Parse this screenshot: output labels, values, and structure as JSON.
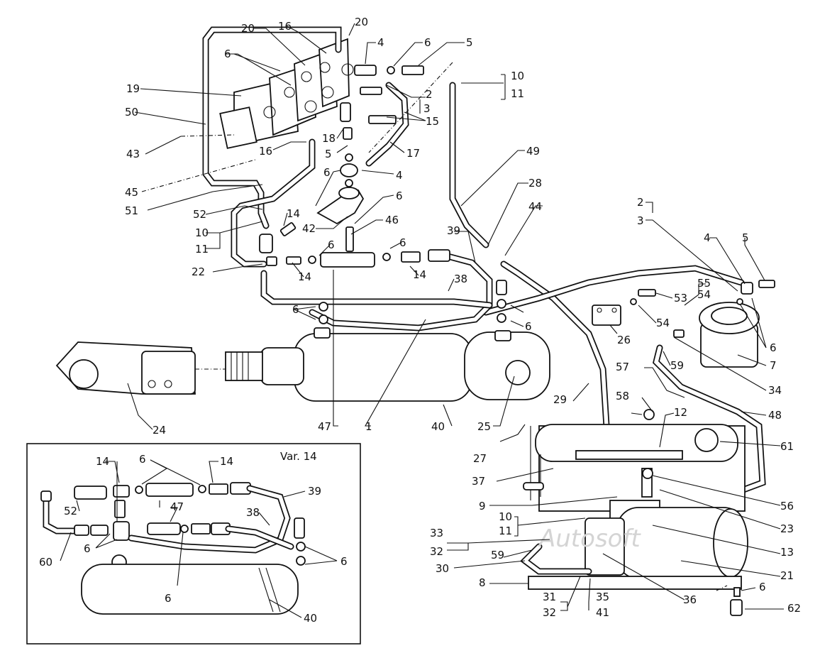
{
  "callouts": [
    {
      "id": "c-20a",
      "text": "20"
    },
    {
      "id": "c-20b",
      "text": "20"
    },
    {
      "id": "c-16a",
      "text": "16"
    },
    {
      "id": "c-4a",
      "text": "4"
    },
    {
      "id": "c-6a",
      "text": "6"
    },
    {
      "id": "c-5a",
      "text": "5"
    },
    {
      "id": "c-6b",
      "text": "6"
    },
    {
      "id": "c-19",
      "text": "19"
    },
    {
      "id": "c-50",
      "text": "50"
    },
    {
      "id": "c-2a",
      "text": "2"
    },
    {
      "id": "c-3a",
      "text": "3"
    },
    {
      "id": "c-10a",
      "text": "10"
    },
    {
      "id": "c-11a",
      "text": "11"
    },
    {
      "id": "c-15",
      "text": "15"
    },
    {
      "id": "c-18",
      "text": "18"
    },
    {
      "id": "c-16b",
      "text": "16"
    },
    {
      "id": "c-5b",
      "text": "5"
    },
    {
      "id": "c-17",
      "text": "17"
    },
    {
      "id": "c-43",
      "text": "43"
    },
    {
      "id": "c-6c",
      "text": "6"
    },
    {
      "id": "c-4b",
      "text": "4"
    },
    {
      "id": "c-49",
      "text": "49"
    },
    {
      "id": "c-45",
      "text": "45"
    },
    {
      "id": "c-51",
      "text": "51"
    },
    {
      "id": "c-28",
      "text": "28"
    },
    {
      "id": "c-44",
      "text": "44"
    },
    {
      "id": "c-6d",
      "text": "6"
    },
    {
      "id": "c-2b",
      "text": "2"
    },
    {
      "id": "c-3b",
      "text": "3"
    },
    {
      "id": "c-52a",
      "text": "52"
    },
    {
      "id": "c-14a",
      "text": "14"
    },
    {
      "id": "c-46",
      "text": "46"
    },
    {
      "id": "c-42",
      "text": "42"
    },
    {
      "id": "c-10b",
      "text": "10"
    },
    {
      "id": "c-11b",
      "text": "11"
    },
    {
      "id": "c-39a",
      "text": "39"
    },
    {
      "id": "c-6e",
      "text": "6"
    },
    {
      "id": "c-6f",
      "text": "6"
    },
    {
      "id": "c-4c",
      "text": "4"
    },
    {
      "id": "c-5c",
      "text": "5"
    },
    {
      "id": "c-22",
      "text": "22"
    },
    {
      "id": "c-14b",
      "text": "14"
    },
    {
      "id": "c-14c",
      "text": "14"
    },
    {
      "id": "c-38a",
      "text": "38"
    },
    {
      "id": "c-55",
      "text": "55"
    },
    {
      "id": "c-54a",
      "text": "54"
    },
    {
      "id": "c-53",
      "text": "53"
    },
    {
      "id": "c-6g",
      "text": "6"
    },
    {
      "id": "c-6h",
      "text": "6"
    },
    {
      "id": "c-54b",
      "text": "54"
    },
    {
      "id": "c-26",
      "text": "26"
    },
    {
      "id": "c-6i",
      "text": "6"
    },
    {
      "id": "c-7",
      "text": "7"
    },
    {
      "id": "c-57",
      "text": "57"
    },
    {
      "id": "c-59a",
      "text": "59"
    },
    {
      "id": "c-34",
      "text": "34"
    },
    {
      "id": "c-58",
      "text": "58"
    },
    {
      "id": "c-29",
      "text": "29"
    },
    {
      "id": "c-48",
      "text": "48"
    },
    {
      "id": "c-12",
      "text": "12"
    },
    {
      "id": "c-24",
      "text": "24"
    },
    {
      "id": "c-47a",
      "text": "47"
    },
    {
      "id": "c-1",
      "text": "1"
    },
    {
      "id": "c-40a",
      "text": "40"
    },
    {
      "id": "c-25",
      "text": "25"
    },
    {
      "id": "c-27",
      "text": "27"
    },
    {
      "id": "c-61",
      "text": "61"
    },
    {
      "id": "c-37",
      "text": "37"
    },
    {
      "id": "c-56",
      "text": "56"
    },
    {
      "id": "c-9",
      "text": "9"
    },
    {
      "id": "c-23",
      "text": "23"
    },
    {
      "id": "c-10c",
      "text": "10"
    },
    {
      "id": "c-11c",
      "text": "11"
    },
    {
      "id": "c-33",
      "text": "33"
    },
    {
      "id": "c-32a",
      "text": "32"
    },
    {
      "id": "c-13",
      "text": "13"
    },
    {
      "id": "c-59b",
      "text": "59"
    },
    {
      "id": "c-30",
      "text": "30"
    },
    {
      "id": "c-21",
      "text": "21"
    },
    {
      "id": "c-8",
      "text": "8"
    },
    {
      "id": "c-6j",
      "text": "6"
    },
    {
      "id": "c-31",
      "text": "31"
    },
    {
      "id": "c-35",
      "text": "35"
    },
    {
      "id": "c-36",
      "text": "36"
    },
    {
      "id": "c-32b",
      "text": "32"
    },
    {
      "id": "c-41",
      "text": "41"
    },
    {
      "id": "c-62",
      "text": "62"
    },
    {
      "id": "v-14a",
      "text": "14"
    },
    {
      "id": "v-6a",
      "text": "6"
    },
    {
      "id": "v-14b",
      "text": "14"
    },
    {
      "id": "v-39",
      "text": "39"
    },
    {
      "id": "v-52",
      "text": "52"
    },
    {
      "id": "v-47",
      "text": "47"
    },
    {
      "id": "v-38",
      "text": "38"
    },
    {
      "id": "v-60",
      "text": "60"
    },
    {
      "id": "v-6b",
      "text": "6"
    },
    {
      "id": "v-6c",
      "text": "6"
    },
    {
      "id": "v-6d",
      "text": "6"
    },
    {
      "id": "v-40",
      "text": "40"
    }
  ],
  "inset": {
    "title": "Var. 14"
  },
  "watermark": "Autosoft"
}
